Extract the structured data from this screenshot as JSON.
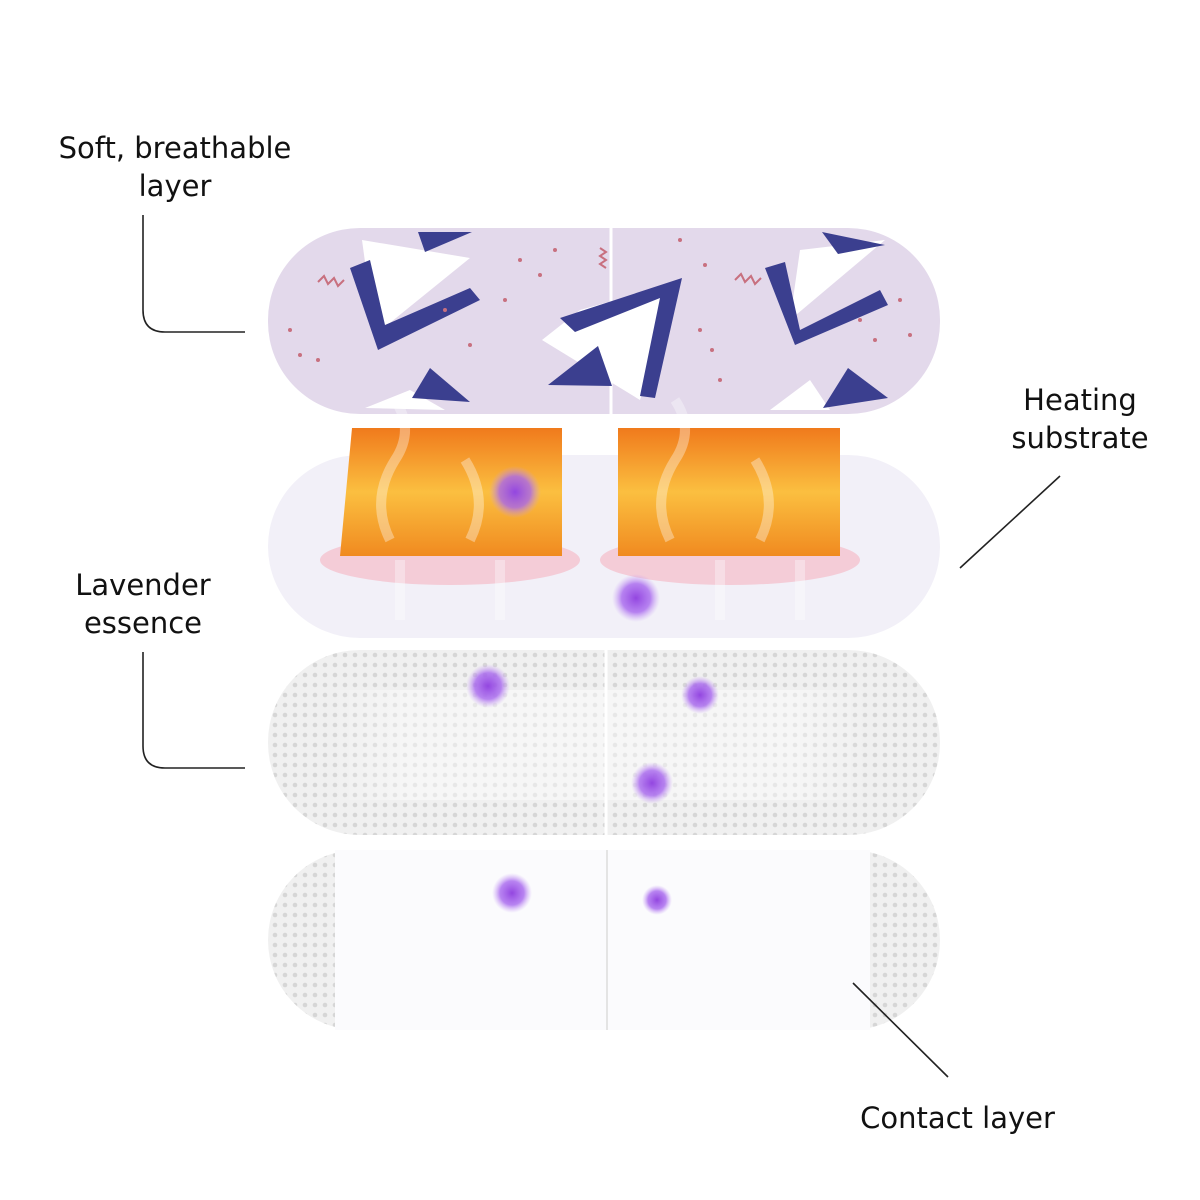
{
  "labels": {
    "soft_layer": [
      "Soft, breathable",
      "layer"
    ],
    "heating": [
      "Heating",
      "substrate"
    ],
    "lavender": [
      "Lavender",
      "essence"
    ],
    "contact": [
      "Contact layer"
    ]
  },
  "colors": {
    "top_layer": "#e3d9eb",
    "triangle_navy": "#3b3f8f",
    "dots_red": "#c8707f",
    "heating_orange": "#f59a2a",
    "lavender_dot": "#9b4fe0",
    "mesh_grey": "#e6e6e6",
    "leader_line": "#222222"
  }
}
